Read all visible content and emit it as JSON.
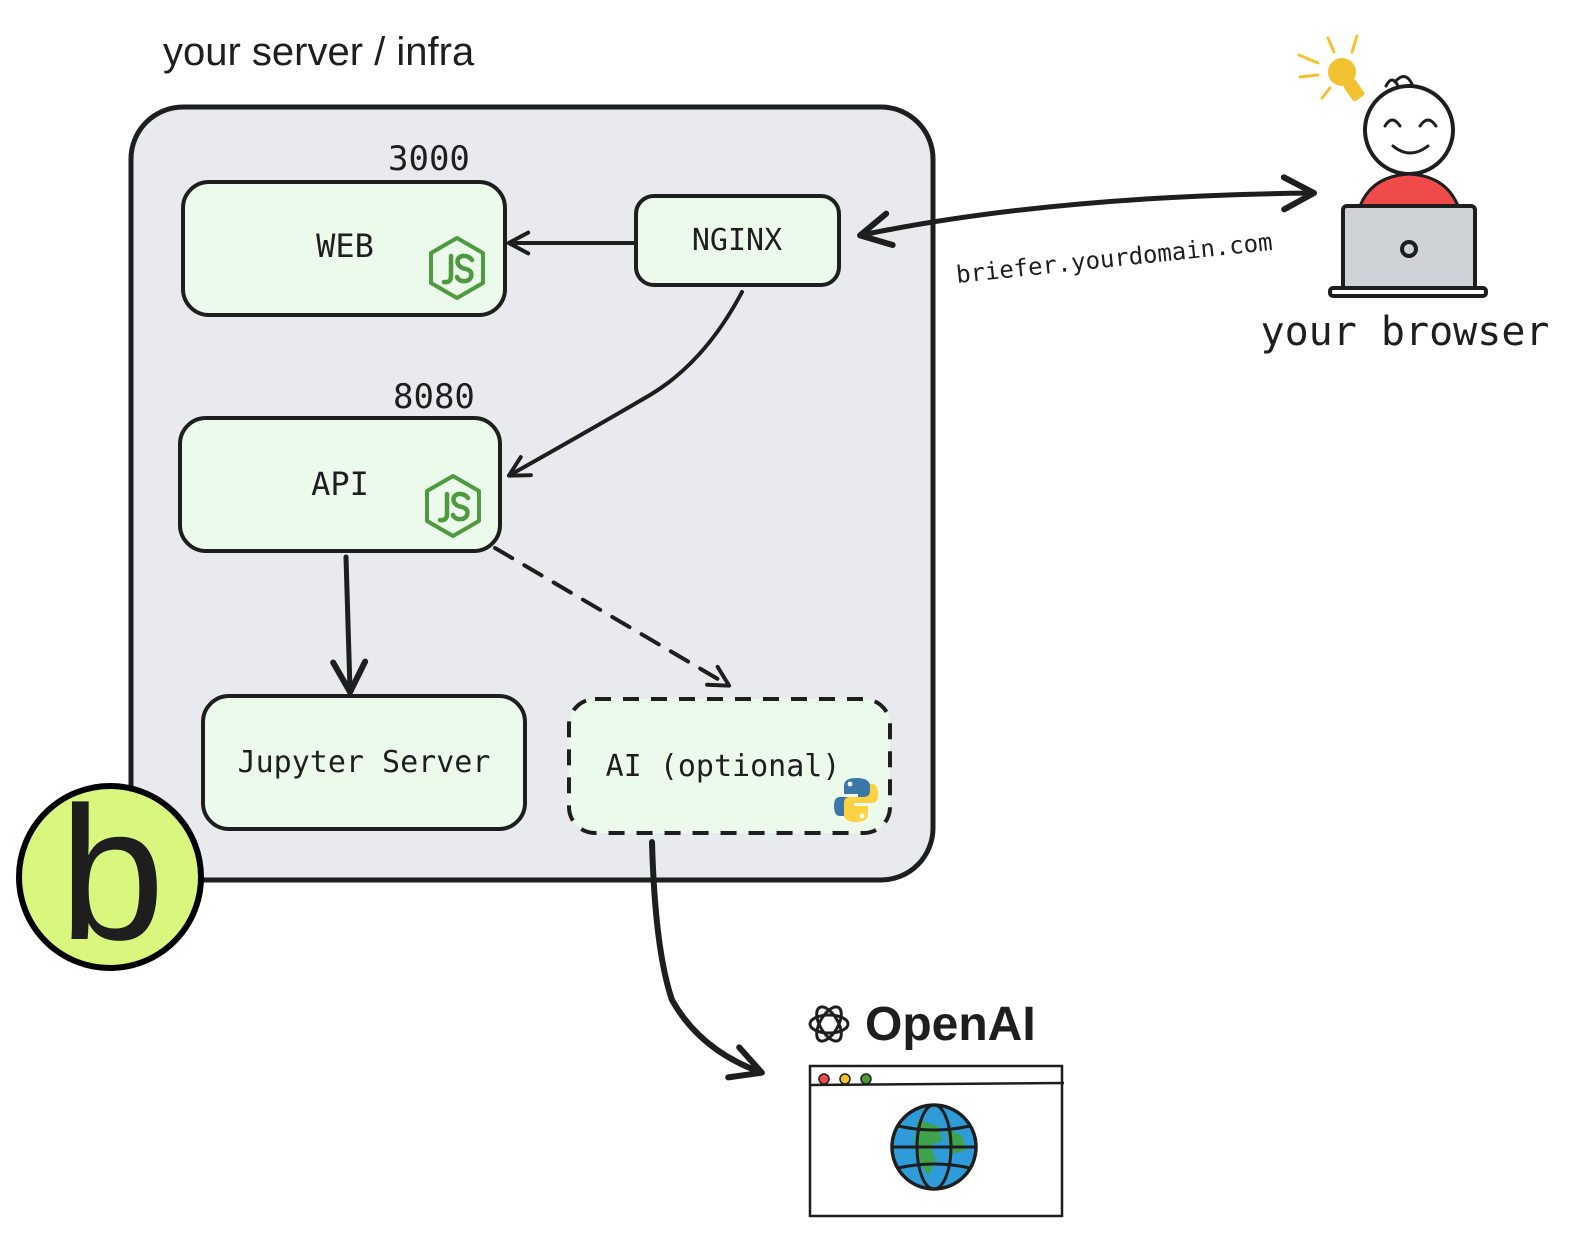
{
  "infra": {
    "title": "your server / infra"
  },
  "nodes": {
    "web": {
      "label": "WEB",
      "port": "3000",
      "icon": "nodejs-icon"
    },
    "nginx": {
      "label": "NGINX"
    },
    "api": {
      "label": "API",
      "port": "8080",
      "icon": "nodejs-icon"
    },
    "jupyter": {
      "label": "Jupyter Server"
    },
    "ai": {
      "label": "AI (optional)",
      "icon": "python-icon"
    }
  },
  "edges": {
    "browser_link": {
      "label": "briefer.yourdomain.com"
    }
  },
  "browser": {
    "label": "your browser"
  },
  "openai": {
    "label": "OpenAI"
  },
  "logo": {
    "letter": "b"
  },
  "colors": {
    "node_fill": "#ebfaea",
    "infra_fill": "#e8eaed",
    "logo_fill": "#d9f77e",
    "nodejs_green": "#4d9a3f",
    "person_shirt": "#ef4b4b",
    "bulb_yellow": "#f2c230"
  }
}
